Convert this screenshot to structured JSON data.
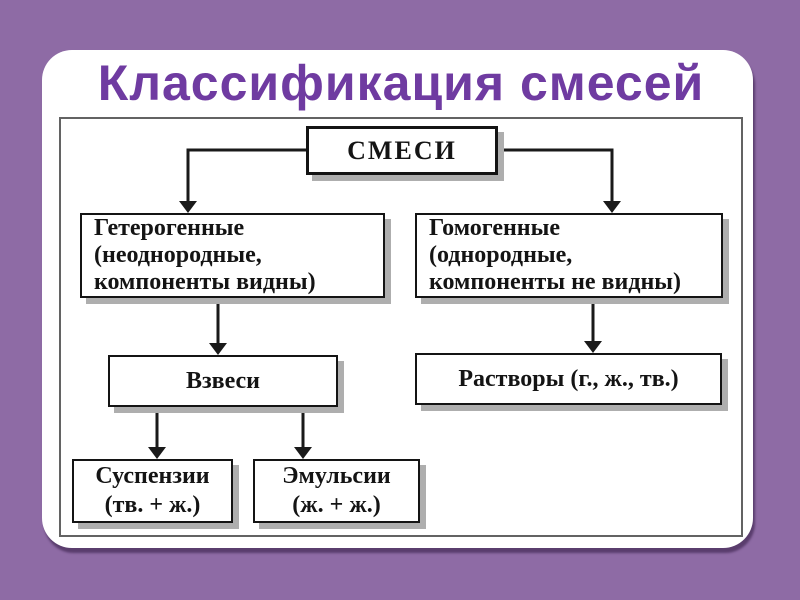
{
  "slide": {
    "title": "Классификация смесей",
    "background_color": "#8e6ba5",
    "card_color": "#ffffff",
    "title_color": "#6f3ba1"
  },
  "diagram": {
    "nodes": {
      "mixtures": "СМЕСИ",
      "heterogeneous": "Гетерогенные\n(неоднородные,\nкомпоненты видны)",
      "homogeneous": "Гомогенные\n(однородные,\nкомпоненты не видны)",
      "suspended": "Взвеси",
      "solutions": "Растворы (г., ж., тв.)",
      "suspensions": "Суспензии\n(тв. + ж.)",
      "emulsions": "Эмульсии\n(ж. + ж.)"
    },
    "colors": {
      "node_fill": "#ffffff",
      "node_border": "#141414",
      "node_shadow": "#aeaeae",
      "connector": "#1a1a1a",
      "frame_border": "#636363",
      "text": "#141414"
    }
  }
}
